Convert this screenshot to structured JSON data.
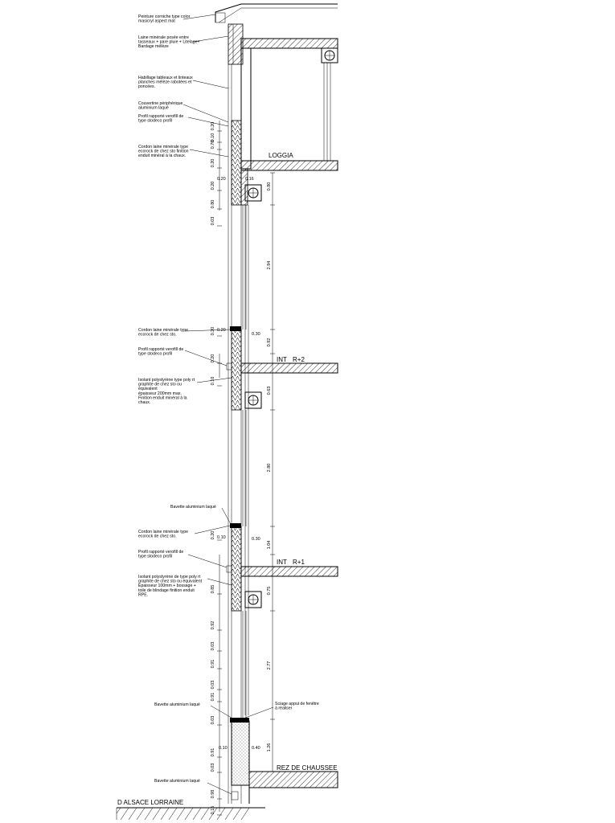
{
  "annotations": [
    {
      "id": "a1",
      "lines": [
        "Peinture corniche type color",
        "masicryl aspect mat"
      ]
    },
    {
      "id": "a2",
      "lines": [
        "Laine minérale posée entre",
        "tasseaux + pare pluie + Litelage+",
        "Bardage mélèze"
      ]
    },
    {
      "id": "a3",
      "lines": [
        "Habillage tableaux et linteaux",
        "planches mélèze rabotées et",
        "poncées."
      ]
    },
    {
      "id": "a4",
      "lines": [
        "Couvertine périphérique",
        "aluminium laqué"
      ]
    },
    {
      "id": "a5",
      "lines": [
        "Profil rapporté verofill de",
        "type stodeco profil"
      ]
    },
    {
      "id": "a6",
      "lines": [
        "Cordon laine minérale type",
        "ecorock de chez sto finition",
        "enduit minéral à la chaux."
      ]
    },
    {
      "id": "a7",
      "lines": [
        "Cordon laine minérale type",
        "ecorock de chez sto."
      ]
    },
    {
      "id": "a8",
      "lines": [
        "Profil rapporté verofill de",
        "type stodeco profil"
      ]
    },
    {
      "id": "a9",
      "lines": [
        "Isolant polystyrène type poly rt",
        "graphite de chez sto ou",
        "équivalent",
        "épaisseur 200mm max.",
        "Finition enduit minéral à la",
        "chaux."
      ]
    },
    {
      "id": "a10",
      "lines": [
        "Bavette aluminium laqué"
      ]
    },
    {
      "id": "a11",
      "lines": [
        "Cordon laine minérale type",
        "ecorock de chez sto."
      ]
    },
    {
      "id": "a12",
      "lines": [
        "Profil rapporté verofill de",
        "type stodeco profil"
      ]
    },
    {
      "id": "a13",
      "lines": [
        "Isolant polystyrène de type poly rt",
        "graphite de chez sto ou équivalent",
        "Epaisseur 100mm + bossage +",
        "toile de blindage finition enduit",
        "RPE."
      ]
    },
    {
      "id": "a14",
      "lines": [
        "Bavette aluminium laqué"
      ]
    },
    {
      "id": "a15",
      "lines": [
        "Sciage appui de fenêtre",
        "à réaliser"
      ]
    },
    {
      "id": "a16",
      "lines": [
        "Bavette aluminium laqué"
      ]
    }
  ],
  "levels": {
    "loggia": "LOGGIA",
    "r2_prefix": "INT",
    "r2": "R+2",
    "r1_prefix": "INT",
    "r1": "R+1",
    "rdc": "REZ DE CHAUSSEE"
  },
  "street": "D ALSACE LORRAINE",
  "dims_left": [
    "0.20",
    "0.10",
    "0.70",
    "0.20",
    "0.20",
    "0.80",
    "0.03",
    "0.20",
    "0.20",
    "0.10",
    "0.20",
    "0.85",
    "0.92",
    "0.03",
    "0.91",
    "0.03",
    "0.91",
    "0.03",
    "0.91",
    "0.03",
    "0.98",
    "0.15"
  ],
  "dims_right": [
    "0.80",
    "2.94",
    "0.92",
    "0.63",
    "2.80",
    "1.04",
    "0.75",
    "2.77",
    "1.26"
  ],
  "dims_small": [
    "0.16",
    "0.20",
    "0.30",
    "0.20",
    "0.30",
    "0.10",
    "0.40",
    "0.10"
  ]
}
